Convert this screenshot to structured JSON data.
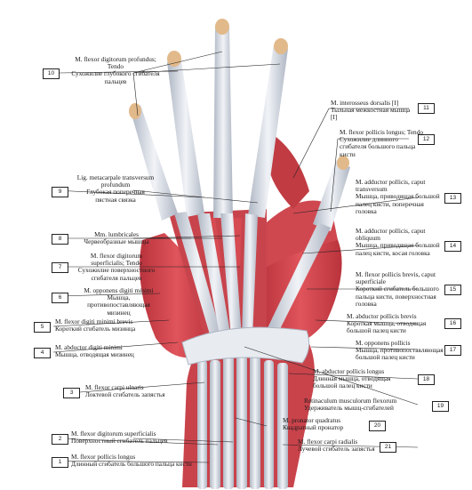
{
  "labels": [
    {
      "num": "10",
      "latin": "M. flexor digitorum profundus; Tendo",
      "russian": "Сухожилие глубокого сгибателя пальцев"
    },
    {
      "num": "11",
      "latin": "M. interosseus dorsalis [I]",
      "russian": "Тыльная межкостная мышца [I]"
    },
    {
      "num": "12",
      "latin": "M. flexor pollicis longus; Tendo",
      "russian": "Сухожилие длинного сгибателя большого пальца кисти"
    },
    {
      "num": "9",
      "latin": "Lig. metacarpale transversum profundum",
      "russian": "Глубокая поперечная пястная связка"
    },
    {
      "num": "13",
      "latin": "M. adductor pollicis, caput transversum",
      "russian": "Мышца, приводящая большой палец кисти, поперечная головка"
    },
    {
      "num": "8",
      "latin": "Mm. lumbricales",
      "russian": "Червеобразные мышцы"
    },
    {
      "num": "14",
      "latin": "M. adductor pollicis, caput obliquum",
      "russian": "Мышца, приводящая большой палец кисти, косая головка"
    },
    {
      "num": "7",
      "latin": "M. flexor digitorum superficialis; Tendo",
      "russian": "Сухожилие поверхностного сгибателя пальцев"
    },
    {
      "num": "15",
      "latin": "M. flexor pollicis brevis, caput superficiale",
      "russian": "Короткий сгибатель большого пальца кисти, поверхностная головка"
    },
    {
      "num": "6",
      "latin": "M. opponens digiti minimi",
      "russian": "Мышца, противопоставляющая мизинец"
    },
    {
      "num": "5",
      "latin": "M. flexor digiti minimi brevis",
      "russian": "Короткий сгибатель мизинца"
    },
    {
      "num": "16",
      "latin": "M. abductor pollicis brevis",
      "russian": "Короткая мышца, отводящая большой палец кисти"
    },
    {
      "num": "4",
      "latin": "M. abductor digiti minimi",
      "russian": "Мышца, отводящая мизинец"
    },
    {
      "num": "17",
      "latin": "M. opponens pollicis",
      "russian": "Мышца, противопоставляющая большой палец кисти"
    },
    {
      "num": "18",
      "latin": "M. abductor pollicis longus",
      "russian": "Длинная мышца, отводящая большой палец кисти"
    },
    {
      "num": "3",
      "latin": "M. flexor carpi ulnaris",
      "russian": "Локтевой сгибатель запястья"
    },
    {
      "num": "19",
      "latin": "Retinaculum musculorum flexorum",
      "russian": "Удерживатель мышц-сгибателей"
    },
    {
      "num": "20",
      "latin": "M. pronator quadratus",
      "russian": "Квадратный пронатор"
    },
    {
      "num": "2",
      "latin": "M. flexor digitorum superficialis",
      "russian": "Поверхностный сгибатель пальцев"
    },
    {
      "num": "21",
      "latin": "M. flexor carpi radialis",
      "russian": "Лучевой сгибатель запястья"
    },
    {
      "num": "1",
      "latin": "M. flexor pollicis longus",
      "russian": "Длинный сгибатель большого пальца кисти"
    }
  ],
  "colors": {
    "muscle": "#d9464e",
    "muscle_dark": "#b7343c",
    "tendon": "#dfe3ea",
    "tendon_shade": "#b9c0cc",
    "bone": "#e2b98a",
    "line": "#222222"
  }
}
